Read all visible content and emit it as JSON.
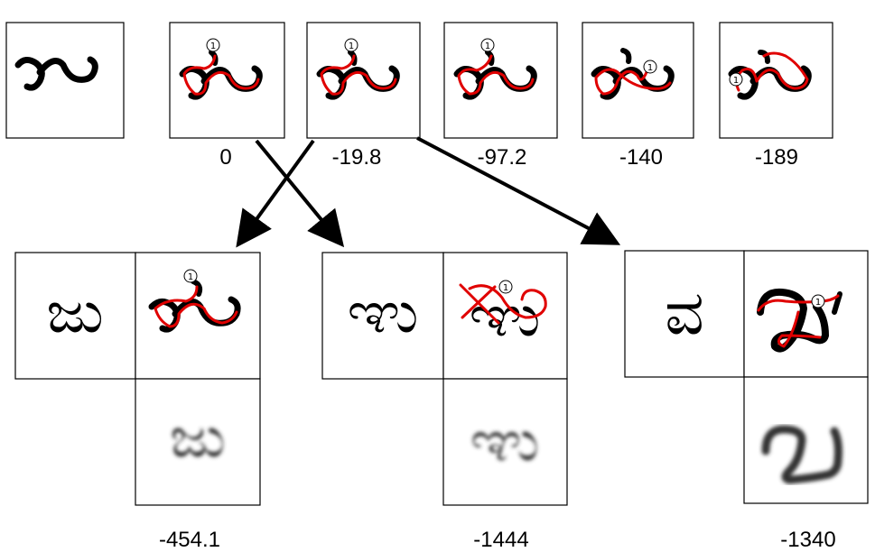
{
  "target_glyph": "ಜು",
  "top_row": {
    "candidates": [
      {
        "score": "0",
        "stroke_marker": "1"
      },
      {
        "score": "-19.8",
        "stroke_marker": "1"
      },
      {
        "score": "-97.2",
        "stroke_marker": "1"
      },
      {
        "score": "-140",
        "stroke_marker": "1"
      },
      {
        "score": "-189",
        "stroke_marker": "1"
      }
    ]
  },
  "bottom_row": {
    "groups": [
      {
        "glyph": "ಜು",
        "stroke_marker": "1",
        "score": "-454.1"
      },
      {
        "glyph": "ಞು",
        "stroke_marker": "1",
        "score": "-1444"
      },
      {
        "glyph": "ವ",
        "stroke_marker": "1",
        "score": "-1340"
      }
    ]
  },
  "colors": {
    "trace": "#e00000",
    "ink": "#000000",
    "frame": "#000000",
    "blurred_ink": "#333333"
  }
}
